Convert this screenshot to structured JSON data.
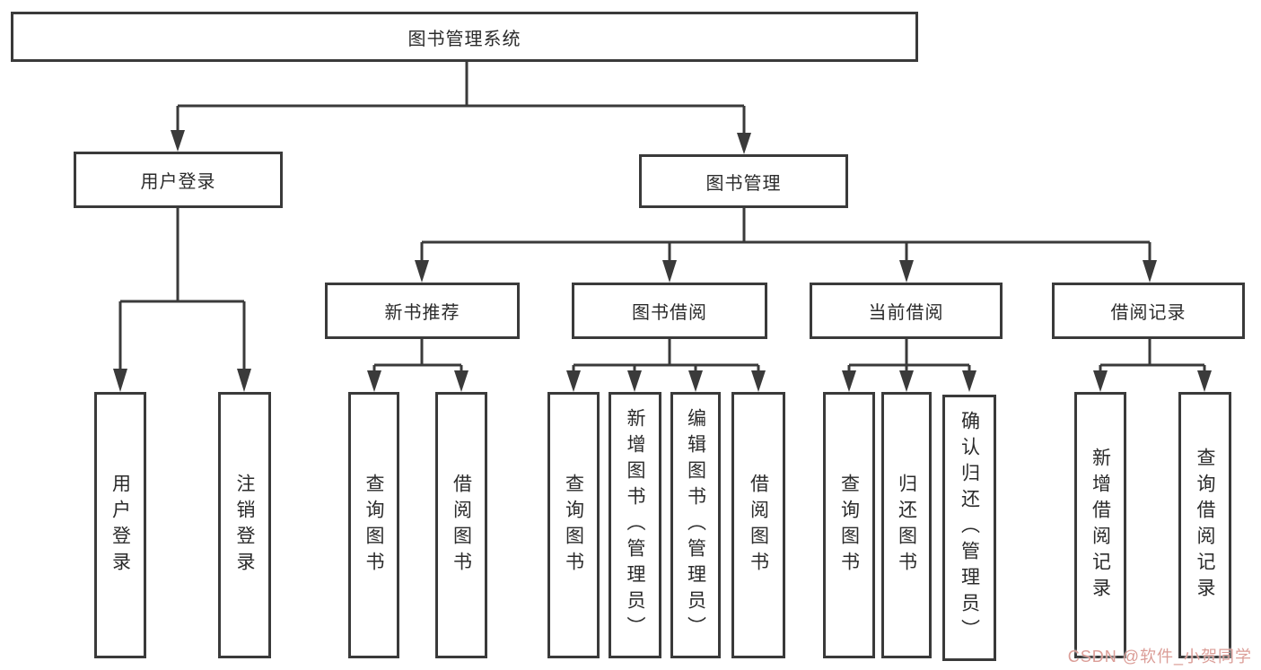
{
  "diagram": {
    "type": "tree",
    "border_color": "#3a3a3a",
    "text_color": "#2b2b2b",
    "nodes": {
      "root": {
        "label": "图书管理系统"
      },
      "user_login": {
        "label": "用户登录"
      },
      "book_mgmt": {
        "label": "图书管理"
      },
      "new_book_rec": {
        "label": "新书推荐"
      },
      "book_borrow": {
        "label": "图书借阅"
      },
      "current_borrow": {
        "label": "当前借阅"
      },
      "borrow_record": {
        "label": "借阅记录"
      },
      "leaf_user_login": {
        "label": "用户登录"
      },
      "leaf_logout": {
        "label": "注销登录"
      },
      "leaf_query_book_rec": {
        "label": "查询图书"
      },
      "leaf_borrow_book_rec": {
        "label": "借阅图书"
      },
      "leaf_query_book_borrow": {
        "label": "查询图书"
      },
      "leaf_add_book": {
        "label": "新增图书（管理员）"
      },
      "leaf_edit_book": {
        "label": "编辑图书（管理员）"
      },
      "leaf_borrow_book_borrow": {
        "label": "借阅图书"
      },
      "leaf_query_book_current": {
        "label": "查询图书"
      },
      "leaf_return_book": {
        "label": "归还图书"
      },
      "leaf_confirm_return": {
        "label": "确认归还（管理员）"
      },
      "leaf_add_borrow_record": {
        "label": "新增借阅记录"
      },
      "leaf_query_borrow_record": {
        "label": "查询借阅记录"
      }
    },
    "edges": [
      "图书管理系统 -> 用户登录",
      "图书管理系统 -> 图书管理",
      "用户登录 -> 用户登录(叶), 注销登录",
      "图书管理 -> 新书推荐, 图书借阅, 当前借阅, 借阅记录",
      "新书推荐 -> 查询图书, 借阅图书",
      "图书借阅 -> 查询图书, 新增图书（管理员）, 编辑图书（管理员）, 借阅图书",
      "当前借阅 -> 查询图书, 归还图书, 确认归还（管理员）",
      "借阅记录 -> 新增借阅记录, 查询借阅记录"
    ]
  },
  "watermark": {
    "text": "CSDN @软件_小贺同学",
    "color": "#db9d97"
  }
}
